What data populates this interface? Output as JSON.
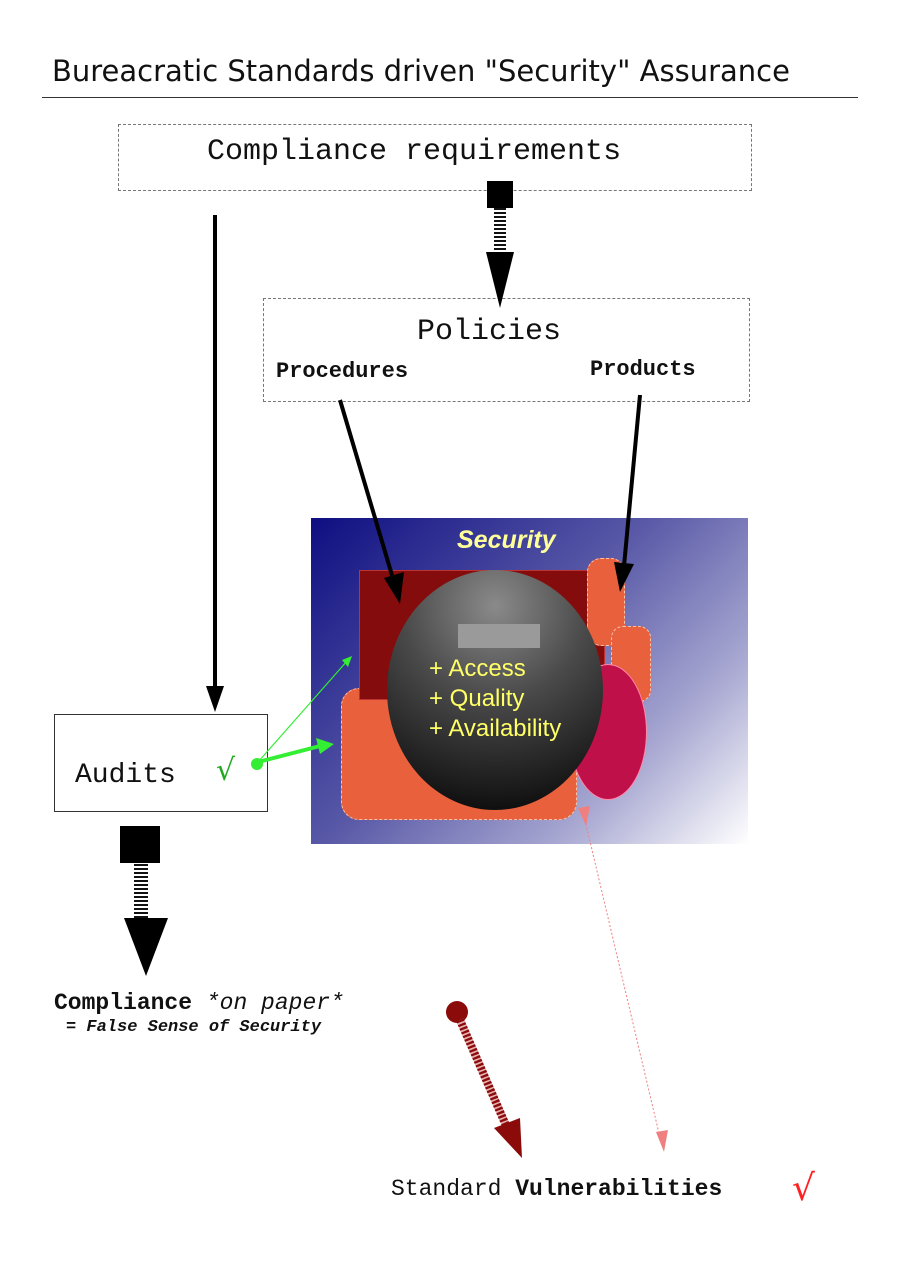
{
  "title": "Bureacratic Standards driven \"Security\" Assurance",
  "boxes": {
    "compliance": "Compliance requirements",
    "policies": "Policies",
    "procedures": "Procedures",
    "products": "Products",
    "audits": "Audits",
    "audits_check": "√"
  },
  "security": {
    "label": "Security",
    "items": [
      "+ Access",
      "+ Quality",
      "+ Availability"
    ]
  },
  "outcomes": {
    "compliance_bold": "Compliance",
    "compliance_italic": "*on paper*",
    "false_sense": "= False Sense of Security",
    "standard": "Standard",
    "vulnerabilities": "Vulnerabilities",
    "vuln_check": "√"
  },
  "colors": {
    "dark_red": "#840c0c",
    "orange": "#e8603c",
    "crimson": "#c0104a",
    "label_yellow": "#ffff66",
    "check_green": "#22aa22",
    "check_red": "#ff2222",
    "link_green": "#33ee33",
    "pink_dotted": "#f08080"
  }
}
